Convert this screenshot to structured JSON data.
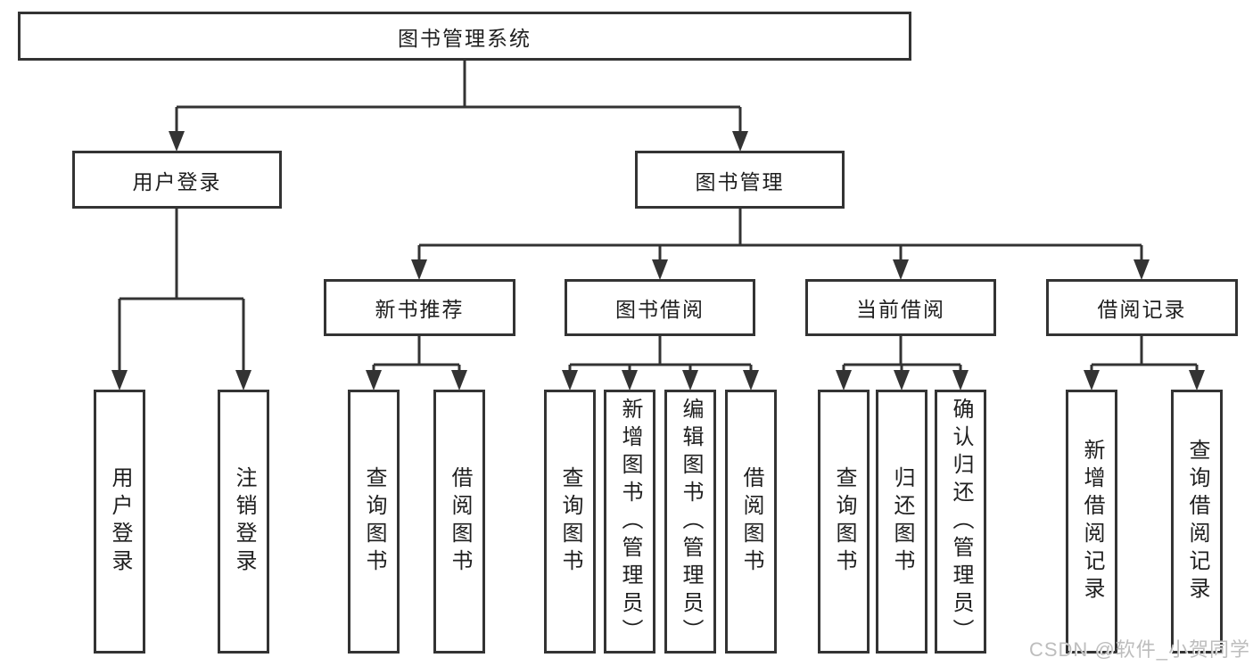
{
  "watermark": "CSDN @软件_小贺同学",
  "colors": {
    "line": "#333333",
    "box_border": "#333333",
    "text": "#1f1f1f",
    "watermark": "#b9b9b9",
    "background": "#ffffff"
  },
  "tree": {
    "label": "图书管理系统",
    "children": [
      {
        "label": "用户登录",
        "children": [
          {
            "label": "用户登录"
          },
          {
            "label": "注销登录"
          }
        ]
      },
      {
        "label": "图书管理",
        "children": [
          {
            "label": "新书推荐",
            "children": [
              {
                "label": "查询图书"
              },
              {
                "label": "借阅图书"
              }
            ]
          },
          {
            "label": "图书借阅",
            "children": [
              {
                "label": "查询图书"
              },
              {
                "label": "新增图书（管理员）"
              },
              {
                "label": "编辑图书（管理员）"
              },
              {
                "label": "借阅图书"
              }
            ]
          },
          {
            "label": "当前借阅",
            "children": [
              {
                "label": "查询图书"
              },
              {
                "label": "归还图书"
              },
              {
                "label": "确认归还（管理员）"
              }
            ]
          },
          {
            "label": "借阅记录",
            "children": [
              {
                "label": "新增借阅记录"
              },
              {
                "label": "查询借阅记录"
              }
            ]
          }
        ]
      }
    ]
  }
}
